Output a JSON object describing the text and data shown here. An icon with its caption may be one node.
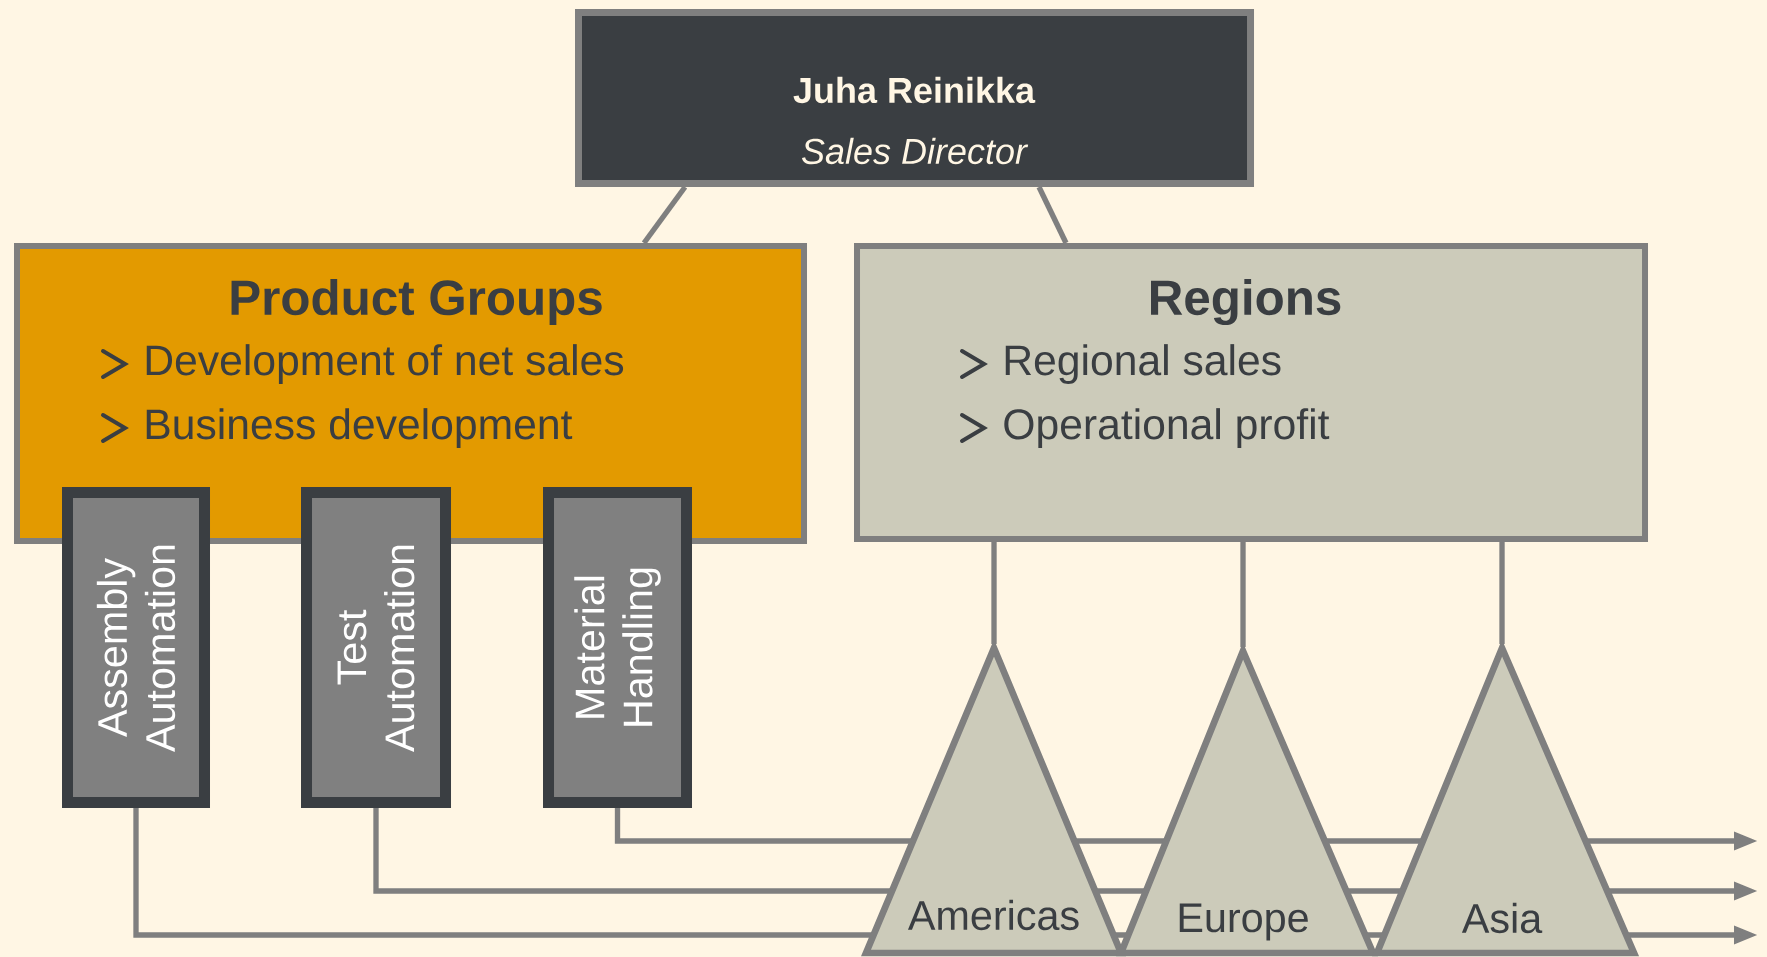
{
  "diagram": {
    "nodes": [
      {
        "text": [
          "Juha Reinikka",
          "Sales Director"
        ]
      },
      {
        "text": [
          "Product Groups",
          "Development of net sales",
          "Business development"
        ]
      },
      {
        "text": [
          "Regions",
          "Regional sales",
          "Operational profit"
        ]
      },
      {
        "text": [
          "Assembly Automation"
        ]
      },
      {
        "text": [
          "Test Automation"
        ]
      },
      {
        "text": [
          "Material Handling"
        ]
      },
      {
        "text": [
          "Americas"
        ]
      },
      {
        "text": [
          "Europe"
        ]
      },
      {
        "text": [
          "Asia"
        ]
      }
    ],
    "edges": [
      {
        "from": 0,
        "to": 1,
        "arrow": "none"
      },
      {
        "from": 0,
        "to": 2,
        "arrow": "none"
      },
      {
        "from": 5,
        "to": null,
        "arrow": "to"
      },
      {
        "from": 4,
        "to": null,
        "arrow": "to"
      },
      {
        "from": 3,
        "to": null,
        "arrow": "to"
      },
      {
        "from": 2,
        "to": 6,
        "arrow": "none"
      },
      {
        "from": 2,
        "to": 7,
        "arrow": "none"
      },
      {
        "from": 2,
        "to": 8,
        "arrow": "none"
      }
    ]
  }
}
